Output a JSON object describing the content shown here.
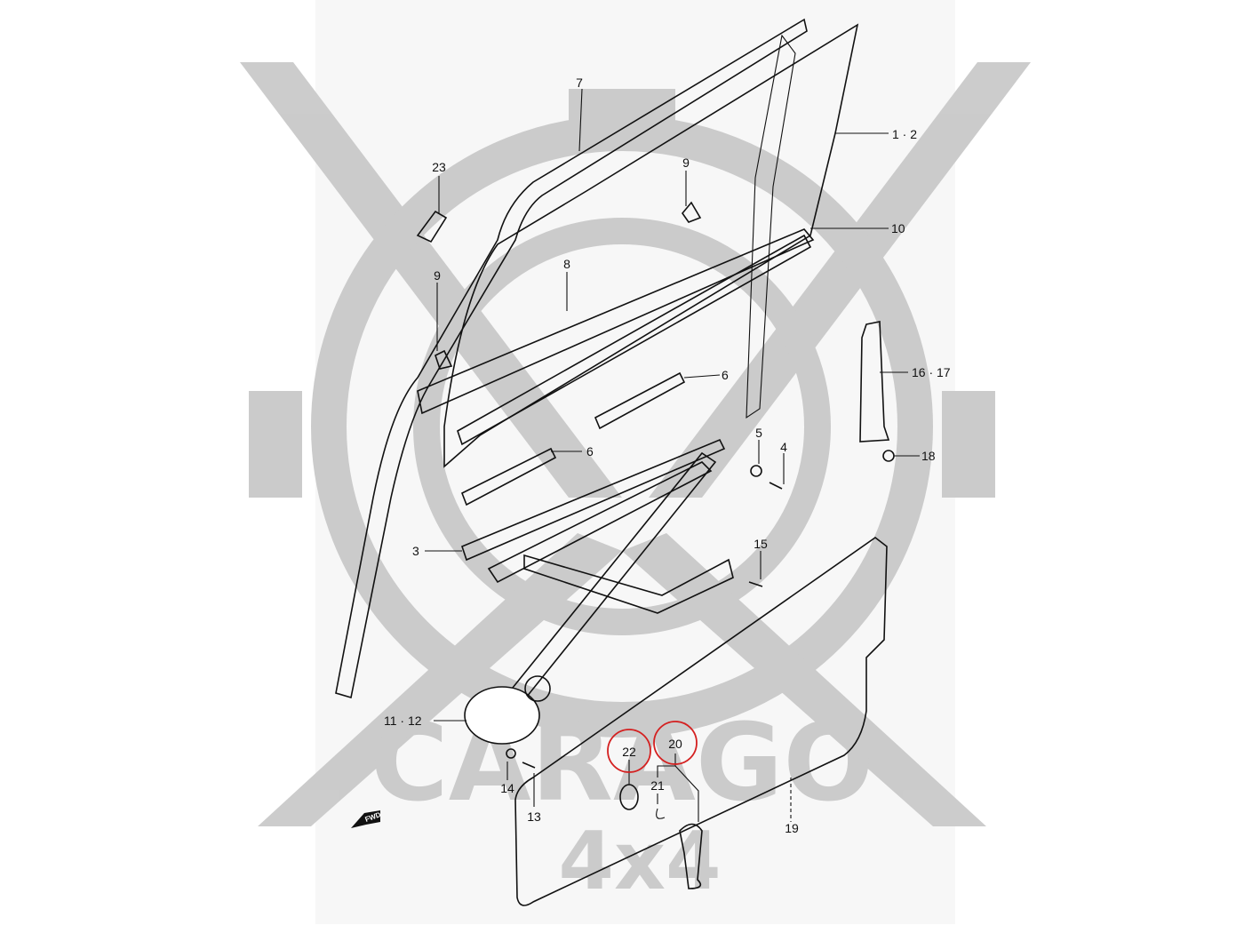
{
  "watermark": {
    "brand": "CARAGO",
    "sub": "4x4",
    "color": "#c9c9c9"
  },
  "highlight_color": "#d42020",
  "fwd_label": "FWD",
  "callouts": [
    {
      "id": "7",
      "text": "7"
    },
    {
      "id": "1-2",
      "text": "1 · 2"
    },
    {
      "id": "23",
      "text": "23"
    },
    {
      "id": "9a",
      "text": "9"
    },
    {
      "id": "9b",
      "text": "9"
    },
    {
      "id": "10",
      "text": "10"
    },
    {
      "id": "8",
      "text": "8"
    },
    {
      "id": "6a",
      "text": "6"
    },
    {
      "id": "6b",
      "text": "6"
    },
    {
      "id": "16-17",
      "text": "16 · 17"
    },
    {
      "id": "5",
      "text": "5"
    },
    {
      "id": "4",
      "text": "4"
    },
    {
      "id": "18",
      "text": "18"
    },
    {
      "id": "3",
      "text": "3"
    },
    {
      "id": "15",
      "text": "15"
    },
    {
      "id": "11-12",
      "text": "11 · 12"
    },
    {
      "id": "22",
      "text": "22",
      "highlighted": true
    },
    {
      "id": "20",
      "text": "20",
      "highlighted": true
    },
    {
      "id": "21",
      "text": "21"
    },
    {
      "id": "14",
      "text": "14"
    },
    {
      "id": "13",
      "text": "13"
    },
    {
      "id": "19",
      "text": "19"
    }
  ]
}
